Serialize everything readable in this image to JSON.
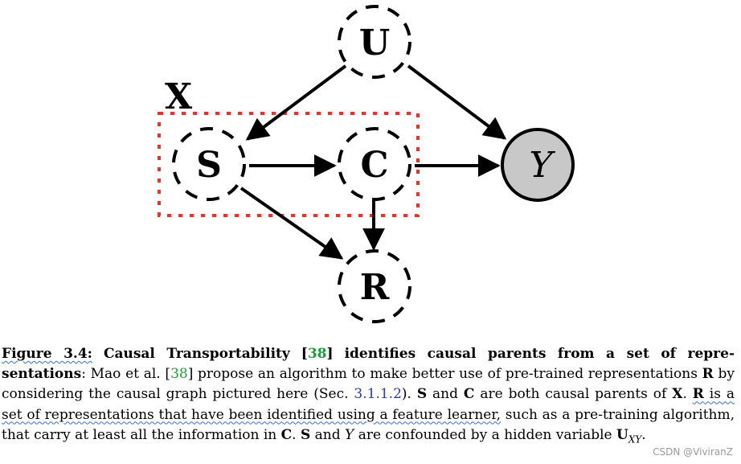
{
  "diagram": {
    "group_label": "X",
    "nodes": {
      "u": "U",
      "s": "S",
      "c": "C",
      "y": "Y",
      "r": "R"
    },
    "colors": {
      "dashed_box": "#e8322a",
      "observed_fill": "#c8c8c8",
      "stroke": "#000000"
    }
  },
  "caption": {
    "fig_label": "Figure 3.4:",
    "bold_lead_1": "Causal Transportability",
    "cite_1": "38",
    "bold_lead_2": "identifies causal parents from a set of repre-sentations",
    "text_1": ": Mao et al.",
    "cite_2": "38",
    "text_2": "propose an algorithm to make better use of pre-trained representations",
    "bold_r": "R",
    "text_3": "by considering the causal graph pictured here (Sec.",
    "sec_ref": "3.1.1.2",
    "text_4": ").",
    "bold_s": "S",
    "text_5": "and",
    "bold_c": "C",
    "text_6": "are both causal parents of",
    "bold_x": "X",
    "text_7": ".",
    "bold_r2": "R",
    "text_8": "is a set of representations that have been identified using a feature learner,",
    "text_9": "such as a pre-training algorithm, that carry at least all the information in",
    "bold_c2": "C",
    "text_10": ".",
    "bold_s2": "S",
    "text_11": "and",
    "ital_y": "Y",
    "text_12": "are confounded by a hidden variable",
    "bold_u": "U",
    "sub_xy": "XY",
    "text_13": "."
  },
  "watermark": "CSDN @ViviranZ"
}
